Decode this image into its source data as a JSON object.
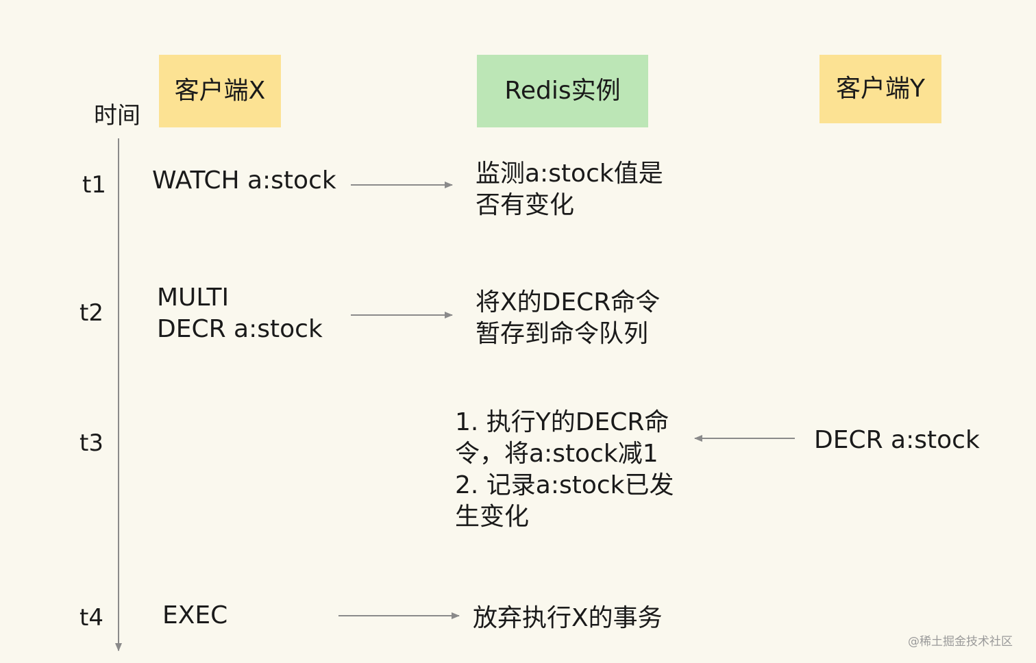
{
  "headers": {
    "client_x": "客户端X",
    "redis": "Redis实例",
    "client_y": "客户端Y",
    "time": "时间"
  },
  "time_ticks": [
    "t1",
    "t2",
    "t3",
    "t4"
  ],
  "client_x_commands": {
    "t1": "WATCH a:stock",
    "t2": "MULTI\nDECR a:stock",
    "t4": "EXEC"
  },
  "redis_actions": {
    "t1": "监测a:stock值是\n否有变化",
    "t2": "将X的DECR命令\n暂存到命令队列",
    "t3": "1. 执行Y的DECR命\n令，将a:stock减1\n2. 记录a:stock已发\n生变化",
    "t4": "放弃执行X的事务"
  },
  "client_y_commands": {
    "t3": "DECR a:stock"
  },
  "colors": {
    "client_box": "#fce293",
    "redis_box": "#bce6b6",
    "arrow": "#8a8a8a",
    "background": "#faf8ee"
  },
  "watermark": "@稀土掘金技术社区"
}
